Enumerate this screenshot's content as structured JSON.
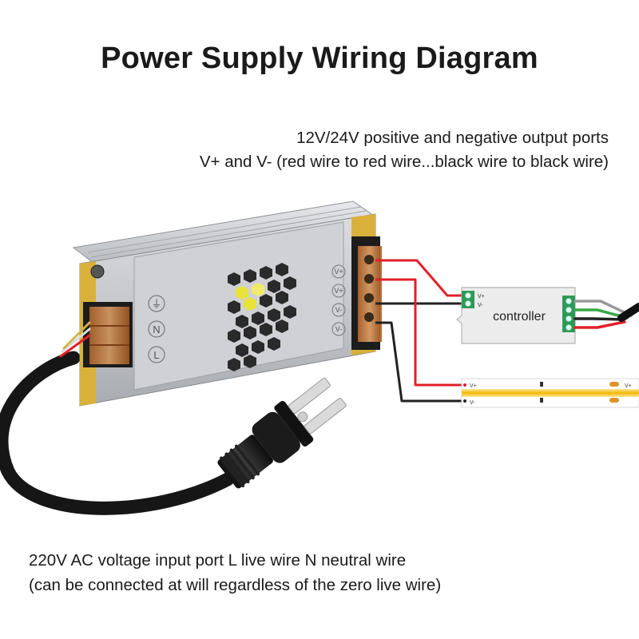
{
  "title": "Power Supply Wiring Diagram",
  "output_note": {
    "line1": "12V/24V positive and negative output ports",
    "line2": "V+ and V- (red wire to red wire...black wire to black wire)"
  },
  "input_note": {
    "line1": "220V AC voltage input port L live wire N neutral wire",
    "line2": "(can be connected at will regardless of the zero live wire)"
  },
  "power_supply": {
    "input_terminals": [
      "⏚",
      "N",
      "L"
    ],
    "output_terminals": [
      "V+",
      "V+",
      "V-",
      "V-"
    ]
  },
  "controller": {
    "label": "controller",
    "input_pins": [
      "V+",
      "V-"
    ]
  },
  "led_strip": {
    "pin_top": "V+",
    "pin_bottom": "V-"
  },
  "colors": {
    "positive_wire": "#e0202a",
    "negative_wire": "#222222",
    "signal_wire_green": "#3aa84a",
    "signal_wire_gray": "#9a9a9a",
    "terminal_block": "#c8783a",
    "controller_connector": "#2e9a5a",
    "led_strip_glow": "#f5b800"
  }
}
